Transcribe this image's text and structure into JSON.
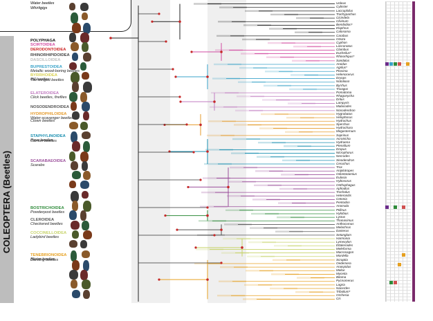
{
  "figure": {
    "side_label": "COLEOPTERA (Beetles)",
    "top_group": {
      "lines": [
        "Water beetles",
        "Whirligigs"
      ]
    },
    "clades": [
      {
        "name": "POLYPHAGA",
        "common": "",
        "color": "#111111"
      },
      {
        "name": "SCIRTOIDEA",
        "common": "",
        "color": "#d24aa0"
      },
      {
        "name": "DERODONTOIDEA",
        "common": "",
        "color": "#cc2222"
      },
      {
        "name": "RHINORHIPIDOIDEA",
        "common": "",
        "color": "#444444"
      },
      {
        "name": "DASCILLOIDEA",
        "common": "",
        "color": "#bfbfbf"
      },
      {
        "name": "BUPRESTOIDEA",
        "common": "Metallic wood-boring beetles",
        "color": "#3aa3c9"
      },
      {
        "name": "BYRRHOIDEA",
        "common": "Pill beetles",
        "color": "#d8d050"
      },
      {
        "name": "",
        "common": "Toe-winged beetles",
        "color": "#d8d050"
      },
      {
        "name": "ELATEROIDEA",
        "common": "Click beetles, fireflies",
        "color": "#c07bc0"
      },
      {
        "name": "NOSODENDROIDEA",
        "common": "",
        "color": "#555555"
      },
      {
        "name": "HYDROPHILOIDEA",
        "common": "Water-scavenger beetles",
        "color": "#e59a2a"
      },
      {
        "name": "",
        "common": "Clown beetles",
        "color": "#e59a2a"
      },
      {
        "name": "STAPHYLINOIDEA",
        "common": "Rove beetles",
        "color": "#1a8fb0"
      },
      {
        "name": "",
        "common": "Carrion beetles",
        "color": "#1a8fb0"
      },
      {
        "name": "SCARABAEOIDEA",
        "common": "Scarabs",
        "color": "#9b4f9b"
      },
      {
        "name": "BOSTRICHOIDEA",
        "common": "Powderpost beetles",
        "color": "#2e8b3a"
      },
      {
        "name": "CLEROIDEA",
        "common": "Checkered beetles",
        "color": "#555555"
      },
      {
        "name": "COCCINELLOIDEA",
        "common": "Ladybird beetles",
        "color": "#c7d36a"
      },
      {
        "name": "TENEBRIONOIDEA",
        "common": "Blister beetles",
        "color": "#e6a020"
      },
      {
        "name": "",
        "common": "Darkling beetles",
        "color": "#e6a020"
      }
    ],
    "taxa": [
      "Uoleus",
      "Cybister",
      "Laccophilus",
      "Trachypachus",
      "Cicindela",
      "Clivinum",
      "Bembidion*",
      "Elaphrus",
      "Calosoma",
      "Carabus",
      "Ozoza",
      "Cyphon",
      "Lasconotus",
      "Clambus",
      "Eucheilus*",
      "Rhinorhipus*",
      "Sandalus",
      "Aroidus",
      "Agrilus*",
      "Ptosima",
      "Helenocerus",
      "Dryops",
      "Notolioon",
      "Byrrhus",
      "Trixagus",
      "Pomatoma",
      "Rhagonycha",
      "Drilus",
      "Lampyris",
      "Malacodes",
      "Nosodendron",
      "Hygrobatus",
      "Helophorus",
      "Hydrochus",
      "Sperchus",
      "Hydrochara",
      "Megasternum",
      "Saprinus",
      "Acrotricha",
      "Hydraena",
      "Ptenidium",
      "Dropus",
      "Nicrophorus",
      "Necrodes",
      "Sinodendron",
      "Ceruchus",
      "Trox",
      "Aniplotropes",
      "Odontotaenius",
      "Eulasia",
      "Hybosorus",
      "Onthophagus",
      "Aphodius",
      "Trochalus",
      "Heteronitis",
      "Cetonia",
      "Pentodon",
      "Anomala",
      "Ptilinus",
      "Hylobius",
      "Lyctus",
      "Thanasimus",
      "Anthocomus",
      "Melachrus",
      "Dasterus",
      "Setanglum",
      "Harmonia",
      "Lymexylon",
      "Ettaleroides",
      "Meleforma",
      "Macrosagon",
      "Mordella",
      "Scraptia",
      "Oedemera",
      "Anaspidus",
      "Meloe",
      "Mycetia",
      "Bitoma",
      "Pycnomerus",
      "Lagria",
      "Nacerdes",
      "Tribolium*",
      "Orchesia",
      "Cis"
    ],
    "grid_cells": [
      {
        "color": "#6a2c8a"
      },
      {
        "color": "#3aa3c9"
      },
      {
        "color": "#2e8b3a"
      },
      {
        "color": "#d05050"
      },
      {
        "color": "#e6a020"
      },
      {
        "color": "#6a2c8a"
      },
      {
        "color": "#2e8b3a"
      },
      {
        "color": "#d05050"
      },
      {
        "color": "#e6a020"
      },
      {
        "color": "#e6a020"
      },
      {
        "color": "#d05050"
      },
      {
        "color": "#2e8b3a"
      }
    ]
  }
}
